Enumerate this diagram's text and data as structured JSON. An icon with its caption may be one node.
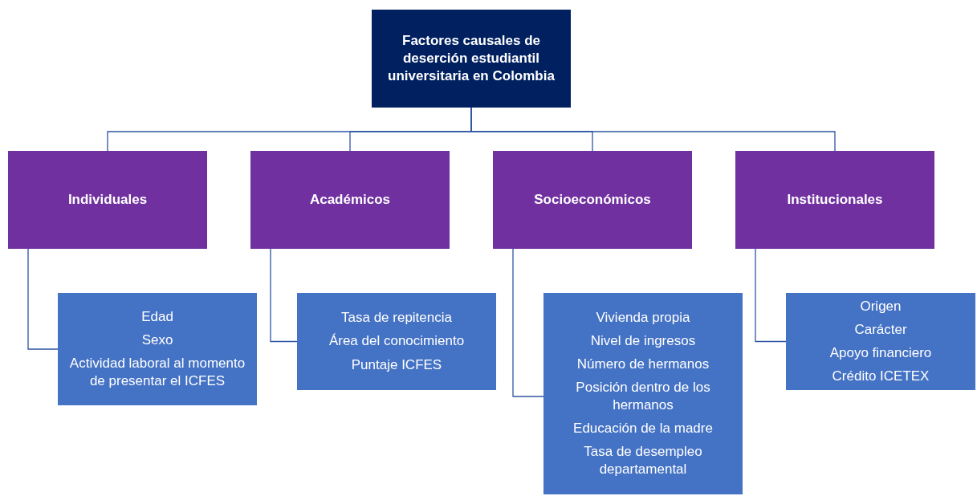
{
  "diagram": {
    "nodes": [
      {
        "text": [
          "Factores causales de deserción estudiantil universitaria en Colombia"
        ]
      },
      {
        "text": [
          "Individuales"
        ]
      },
      {
        "text": [
          "Académicos"
        ]
      },
      {
        "text": [
          "Socioeconómicos"
        ]
      },
      {
        "text": [
          "Institucionales"
        ]
      },
      {
        "text": [
          "Edad",
          "Sexo",
          "Actividad laboral al momento de presentar el ICFES"
        ]
      },
      {
        "text": [
          "Tasa de repitencia",
          "Área del conocimiento",
          "Puntaje ICFES"
        ]
      },
      {
        "text": [
          "Vivienda propia",
          "Nivel de ingresos",
          "Número de hermanos",
          "Posición dentro de los hermanos",
          "Educación de la madre",
          "Tasa de desempleo departamental"
        ]
      },
      {
        "text": [
          "Origen",
          "Carácter",
          "Apoyo financiero",
          "Crédito ICETEX"
        ]
      }
    ],
    "edges": [
      {
        "from": 0,
        "to": 1,
        "arrow": "none"
      },
      {
        "from": 0,
        "to": 2,
        "arrow": "none"
      },
      {
        "from": 0,
        "to": 3,
        "arrow": "none"
      },
      {
        "from": 0,
        "to": 4,
        "arrow": "none"
      },
      {
        "from": 1,
        "to": 5,
        "arrow": "none"
      },
      {
        "from": 2,
        "to": 6,
        "arrow": "none"
      },
      {
        "from": 3,
        "to": 7,
        "arrow": "none"
      },
      {
        "from": 4,
        "to": 8,
        "arrow": "none"
      }
    ]
  }
}
